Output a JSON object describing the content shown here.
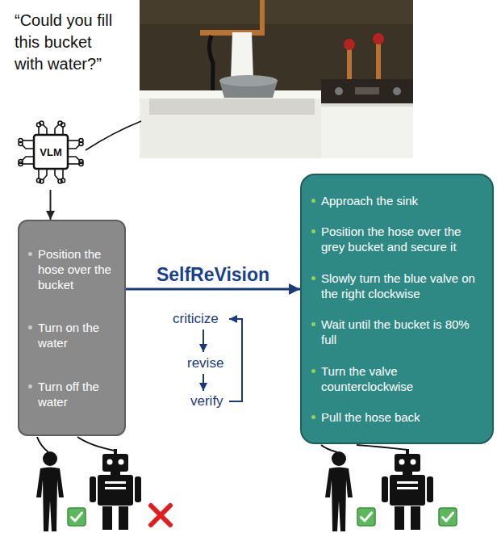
{
  "diagram": {
    "nodes": [
      {
        "text": [
          "VLM"
        ]
      },
      {
        "text": [
          "Position the hose over the bucket",
          "Turn on the water",
          "Turn off the water"
        ]
      },
      {
        "text": [
          "Approach the sink",
          "Position the hose over the grey bucket and secure it",
          "Slowly turn the blue valve on the right clockwise",
          "Wait until the bucket is 80% full",
          "Turn the valve counterclockwise",
          "Pull the hose back"
        ]
      }
    ],
    "edges": [
      {
        "from": 0,
        "to": 1,
        "arrow": "to"
      },
      {
        "from": 1,
        "to": 2,
        "label": "SelfReVision",
        "arrow": "to"
      }
    ],
    "labels": [
      "“Could you fill this bucket with water?”",
      "criticize",
      "revise",
      "verify"
    ]
  }
}
